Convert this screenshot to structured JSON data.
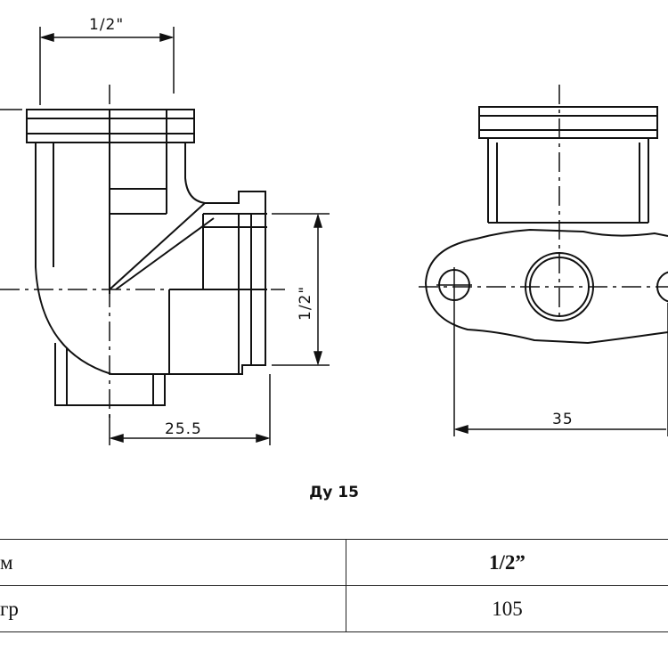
{
  "drawing": {
    "dim_top": "1/2\"",
    "dim_side": "1/2\"",
    "dim_bottom_left": "25.5",
    "dim_bottom_right": "35"
  },
  "caption": "Ду 15",
  "table": {
    "rows": [
      {
        "label": "м",
        "value": "1/2”"
      },
      {
        "label": "гр",
        "value": "105"
      }
    ]
  }
}
